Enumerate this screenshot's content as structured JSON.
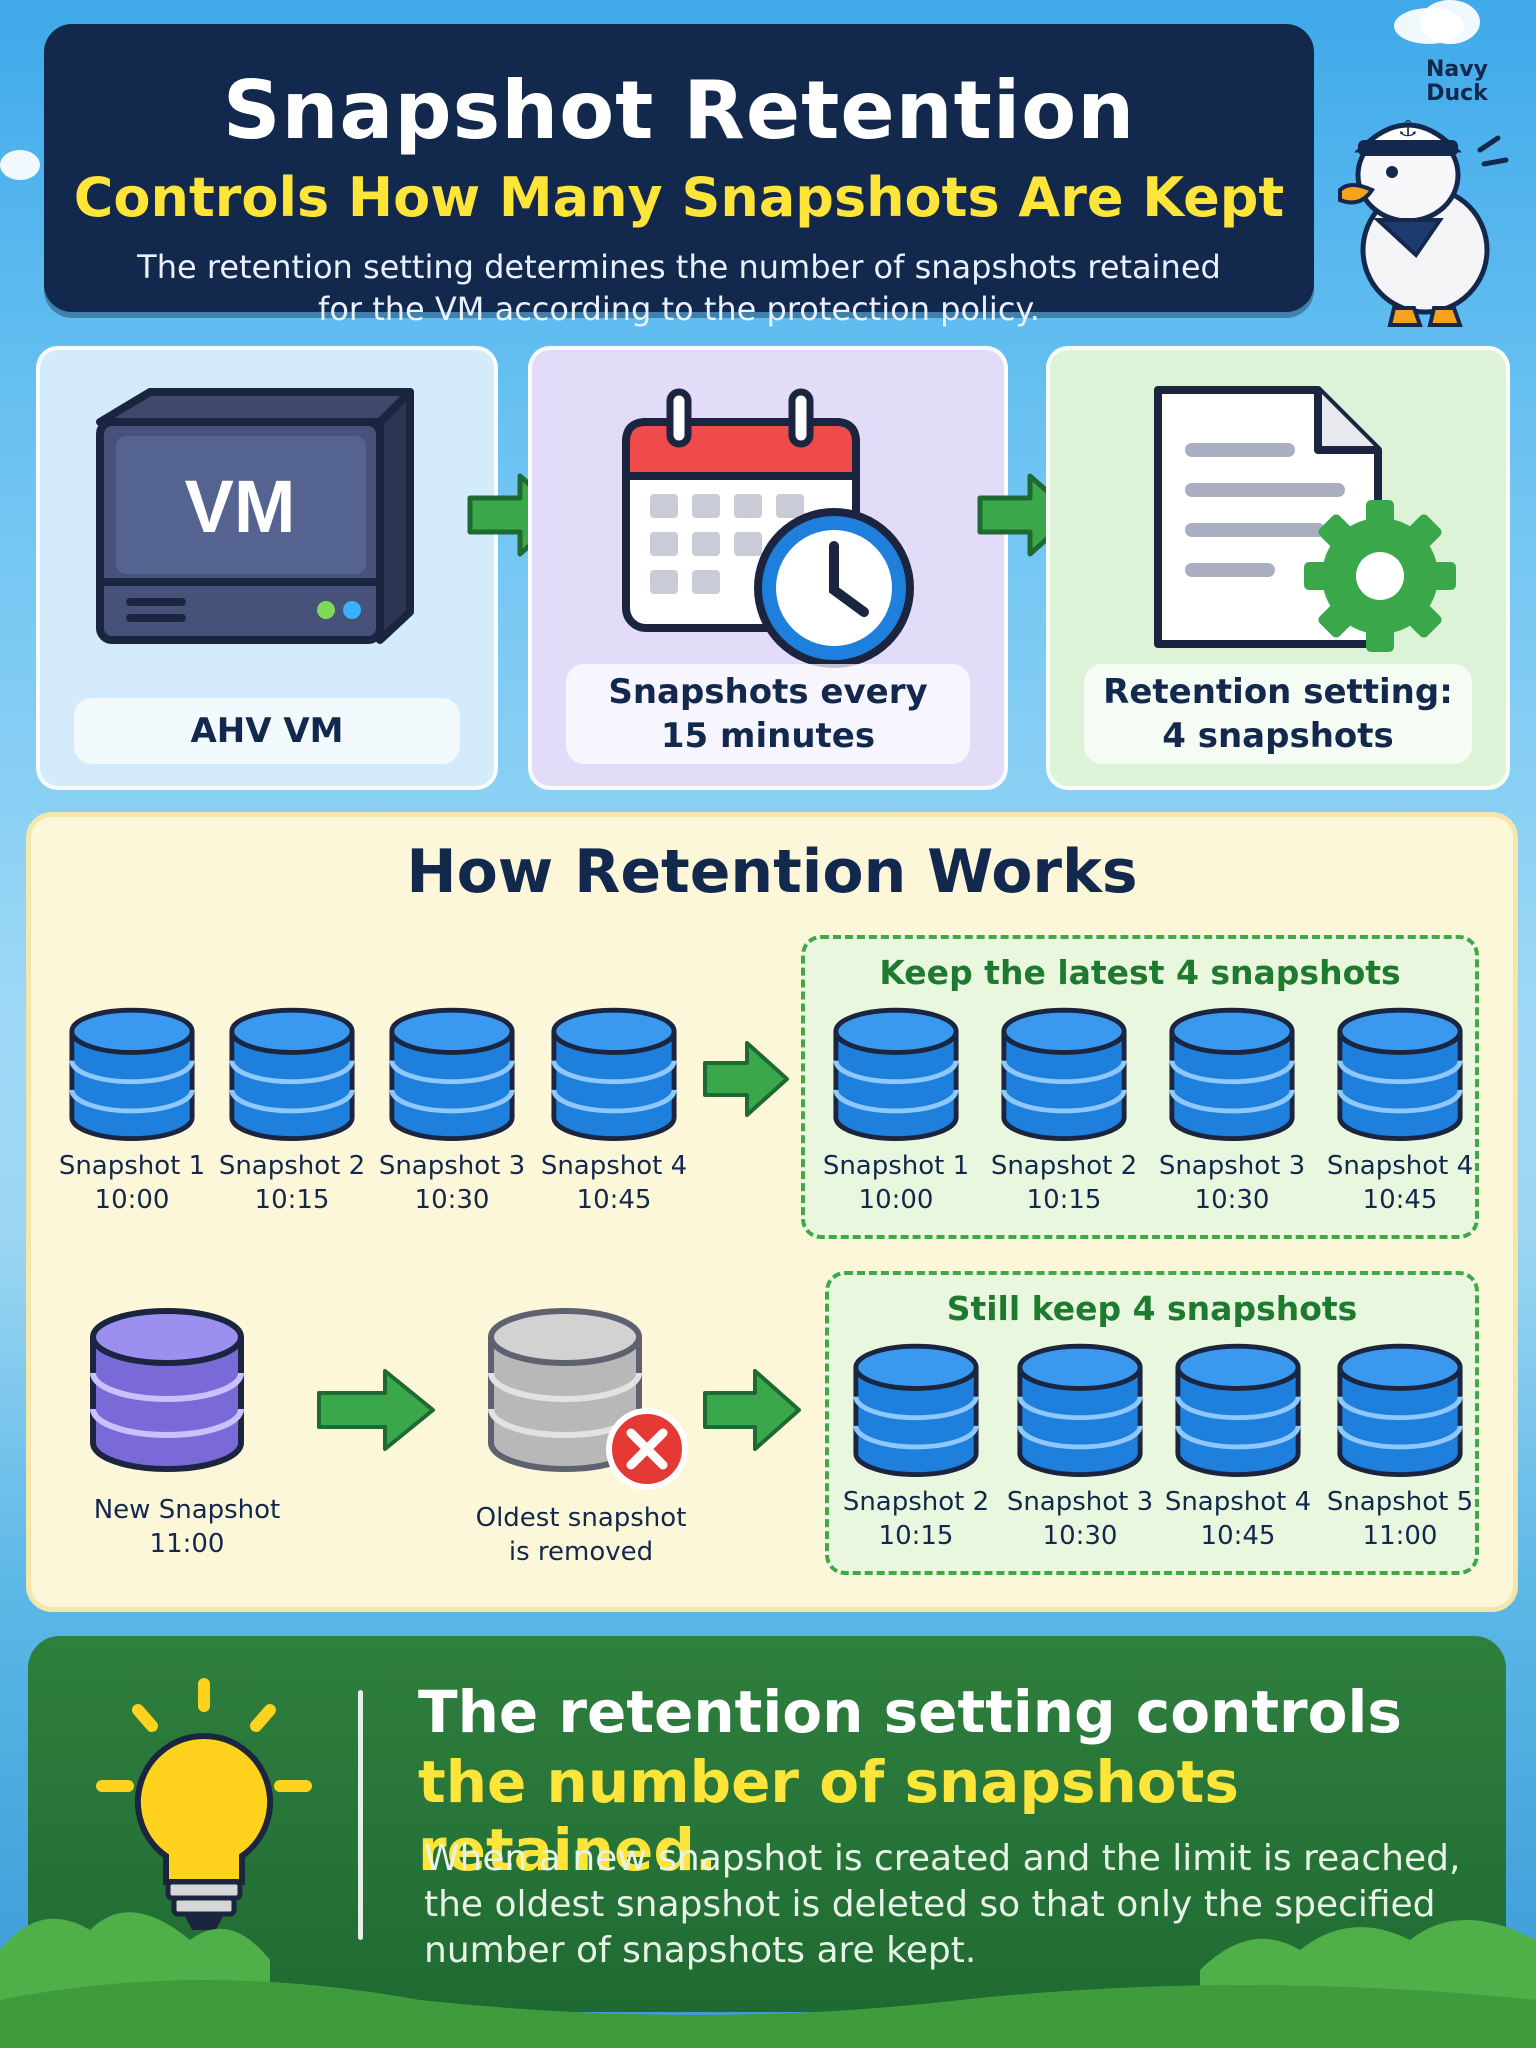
{
  "header": {
    "title": "Snapshot Retention",
    "subtitle": "Controls How Many Snapshots Are Kept",
    "description_line1": "The retention setting determines the number of snapshots retained",
    "description_line2": "for the VM according to the protection policy."
  },
  "mascot": {
    "line1": "Navy",
    "line2": "Duck"
  },
  "cards": {
    "vm": {
      "icon_text": "VM",
      "label": "AHV VM"
    },
    "schedule": {
      "label_line1": "Snapshots every",
      "label_line2": "15 minutes"
    },
    "retention": {
      "label_line1": "Retention setting:",
      "label_line2": "4 snapshots"
    }
  },
  "how": {
    "title": "How Retention Works",
    "row1": {
      "source": [
        {
          "name": "Snapshot 1",
          "time": "10:00"
        },
        {
          "name": "Snapshot 2",
          "time": "10:15"
        },
        {
          "name": "Snapshot 3",
          "time": "10:30"
        },
        {
          "name": "Snapshot 4",
          "time": "10:45"
        }
      ],
      "kept_title": "Keep the latest 4 snapshots",
      "kept": [
        {
          "name": "Snapshot 1",
          "time": "10:00"
        },
        {
          "name": "Snapshot 2",
          "time": "10:15"
        },
        {
          "name": "Snapshot 3",
          "time": "10:30"
        },
        {
          "name": "Snapshot 4",
          "time": "10:45"
        }
      ]
    },
    "row2": {
      "new_snapshot": {
        "name": "New Snapshot",
        "time": "11:00"
      },
      "removed": {
        "line1": "Oldest snapshot",
        "line2": "is removed"
      },
      "kept_title": "Still keep 4 snapshots",
      "kept": [
        {
          "name": "Snapshot 2",
          "time": "10:15"
        },
        {
          "name": "Snapshot 3",
          "time": "10:30"
        },
        {
          "name": "Snapshot 4",
          "time": "10:45"
        },
        {
          "name": "Snapshot 5",
          "time": "11:00"
        }
      ]
    }
  },
  "summary": {
    "headline1": "The retention setting controls",
    "headline2": "the number of snapshots retained.",
    "body_line1": "When a new snapshot is created and the limit is reached,",
    "body_line2": "the oldest snapshot is deleted so that only the specified",
    "body_line3": "number of snapshots are kept."
  },
  "colors": {
    "navy": "#13284d",
    "yellow": "#ffe43a",
    "green_arrow": "#3aa84a",
    "db_blue": "#1f7fdc",
    "db_purple": "#7a6ad8",
    "db_gray": "#b8b8b8",
    "remove_red": "#e53935"
  }
}
